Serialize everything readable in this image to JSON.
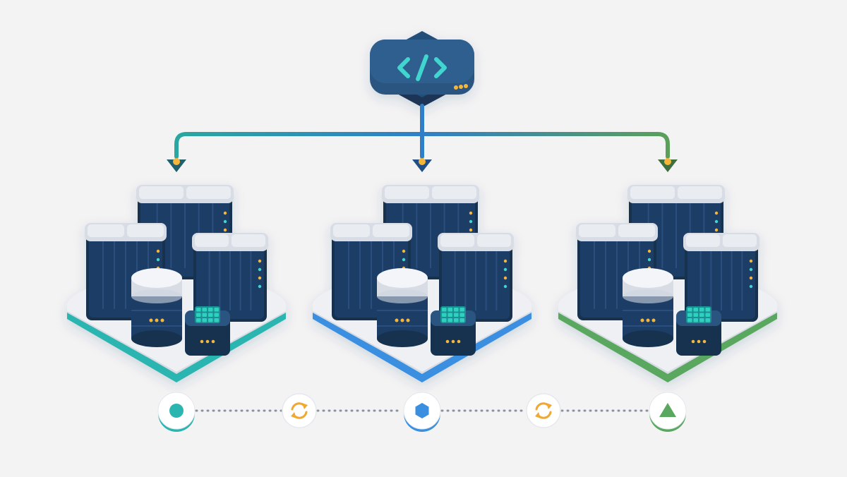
{
  "source_node": {
    "icon": "code-brackets-icon",
    "status": "three-amber-dots"
  },
  "connectors": {
    "style": "branching-pipe-with-down-arrows",
    "colors": [
      "#2aa7a0",
      "#2f7fc8",
      "#5aa05a"
    ]
  },
  "environments": [
    {
      "key": "env-1",
      "accent": "#2bb5b0",
      "marker_icon": "circle-icon"
    },
    {
      "key": "env-2",
      "accent": "#3a8fe0",
      "marker_icon": "hexagon-icon"
    },
    {
      "key": "env-3",
      "accent": "#5aa860",
      "marker_icon": "triangle-icon"
    }
  ],
  "pipeline": {
    "transitions": [
      "sync-icon",
      "sync-icon"
    ],
    "sync_color": "#f0a830",
    "link_style": "dotted"
  },
  "colors": {
    "server_body": "#1f3d66",
    "server_top": "#e9ecf1",
    "platform": "#eef0f4",
    "chip": "#2ed0c0",
    "amber": "#f5b73a",
    "background": "#f3f3f4"
  }
}
